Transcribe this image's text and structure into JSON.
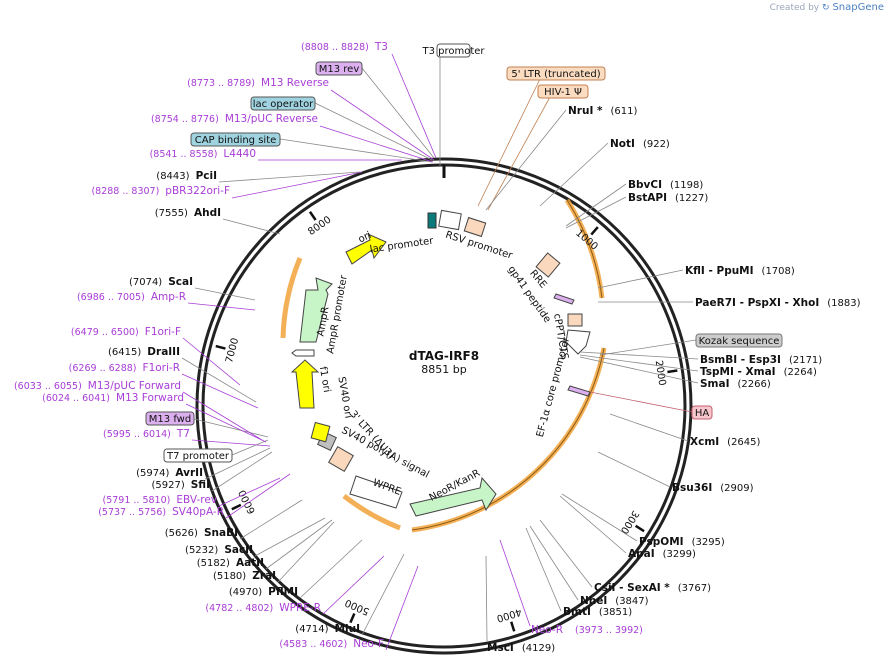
{
  "credit": {
    "prefix": "Created by",
    "brand": "SnapGene"
  },
  "plasmid": {
    "name": "dTAG-IRF8",
    "length_label": "8851 bp",
    "length": 8851
  },
  "ticks": [
    {
      "label": "1000",
      "bp": 1000
    },
    {
      "label": "2000",
      "bp": 2000
    },
    {
      "label": "3000",
      "bp": 3000
    },
    {
      "label": "4000",
      "bp": 4000
    },
    {
      "label": "5000",
      "bp": 5000
    },
    {
      "label": "6000",
      "bp": 6000
    },
    {
      "label": "7000",
      "bp": 7000
    },
    {
      "label": "8000",
      "bp": 8000
    }
  ],
  "inner_features": [
    {
      "label": "lac promoter",
      "color": "#ffffff"
    },
    {
      "label": "RSV promoter",
      "color": "#f9d8bd"
    },
    {
      "label": "RRE",
      "color": "#f9d8bd"
    },
    {
      "label": "gp41 peptide",
      "color": "#f9d8bd"
    },
    {
      "label": "cPPT/CTS",
      "color": "#f9d8bd"
    },
    {
      "label": "EF-1α core promoter",
      "color": "#ffffff"
    },
    {
      "label": "NeoR/KanR",
      "color": "#c8f5c8"
    },
    {
      "label": "WPRE",
      "color": "#ffffff"
    },
    {
      "label": "3' LTR (ΔU3)",
      "color": "#f9d8bd"
    },
    {
      "label": "SV40 poly(A) signal",
      "color": "#bfbfbf"
    },
    {
      "label": "SV40 ori",
      "color": "#ffff00"
    },
    {
      "label": "f1 ori",
      "color": "#ffff00"
    },
    {
      "label": "AmpR promoter",
      "color": "#ffffff"
    },
    {
      "label": "AmpR",
      "color": "#c8f5c8"
    },
    {
      "label": "ori",
      "color": "#ffff00"
    }
  ],
  "boxed_labels": [
    {
      "label": "T3 promoter",
      "fill": "#ffffff",
      "stroke": "#555555"
    },
    {
      "label": "M13 rev",
      "fill": "#dcb0ef",
      "stroke": "#555555"
    },
    {
      "label": "lac operator",
      "fill": "#9fd3e0",
      "stroke": "#555555"
    },
    {
      "label": "CAP binding site",
      "fill": "#9fd3e0",
      "stroke": "#555555"
    },
    {
      "label": "5' LTR (truncated)",
      "fill": "#fcdcc0",
      "stroke": "#c08050"
    },
    {
      "label": "HIV-1 Ψ",
      "fill": "#fcdcc0",
      "stroke": "#c08050"
    },
    {
      "label": "Kozak sequence",
      "fill": "#cccccc",
      "stroke": "#777777"
    },
    {
      "label": "HA",
      "fill": "#f7c6cc",
      "stroke": "#c06070"
    },
    {
      "label": "M13 fwd",
      "fill": "#dcb0ef",
      "stroke": "#555555"
    },
    {
      "label": "T7 promoter",
      "fill": "#ffffff",
      "stroke": "#555555"
    }
  ],
  "primers_left": [
    {
      "range": "(8808 .. 8828)",
      "name": "T3"
    },
    {
      "range": "(8773 .. 8789)",
      "name": "M13 Reverse"
    },
    {
      "range": "(8754 .. 8776)",
      "name": "M13/pUC Reverse"
    },
    {
      "range": "(8541 .. 8558)",
      "name": "L4440"
    },
    {
      "range": "(8288 .. 8307)",
      "name": "pBR322ori-F"
    },
    {
      "range": "(6986 .. 7005)",
      "name": "Amp-R"
    },
    {
      "range": "(6479 .. 6500)",
      "name": "F1ori-F"
    },
    {
      "range": "(6269 .. 6288)",
      "name": "F1ori-R"
    },
    {
      "range": "(6033 .. 6055)",
      "name": "M13/pUC Forward"
    },
    {
      "range": "(6024 .. 6041)",
      "name": "M13 Forward"
    },
    {
      "range": "(5995 .. 6014)",
      "name": "T7"
    },
    {
      "range": "(5791 .. 5810)",
      "name": "EBV-rev"
    },
    {
      "range": "(5737 .. 5756)",
      "name": "SV40pA-R"
    },
    {
      "range": "(4782 .. 4802)",
      "name": "WPRE-R"
    },
    {
      "range": "(4583 .. 4602)",
      "name": "Neo-F"
    }
  ],
  "primers_right": [
    {
      "name": "Neo-R",
      "range": "(3973 .. 3992)"
    }
  ],
  "enzymes_left": [
    {
      "pos": "(8443)",
      "name": "PciI"
    },
    {
      "pos": "(7555)",
      "name": "AhdI"
    },
    {
      "pos": "(7074)",
      "name": "ScaI"
    },
    {
      "pos": "(6415)",
      "name": "DraIII"
    },
    {
      "pos": "(5974)",
      "name": "AvrII"
    },
    {
      "pos": "(5927)",
      "name": "SfiI"
    },
    {
      "pos": "(5626)",
      "name": "SnaBI"
    },
    {
      "pos": "(5232)",
      "name": "SacII"
    },
    {
      "pos": "(5182)",
      "name": "AatII"
    },
    {
      "pos": "(5180)",
      "name": "ZraI"
    },
    {
      "pos": "(4970)",
      "name": "PflMI"
    },
    {
      "pos": "(4714)",
      "name": "MluI"
    }
  ],
  "enzymes_right": [
    {
      "name": "NruI *",
      "pos": "(611)"
    },
    {
      "name": "NotI",
      "pos": "(922)"
    },
    {
      "name": "BbvCI",
      "pos": "(1198)"
    },
    {
      "name": "BstAPI",
      "pos": "(1227)"
    },
    {
      "name": "KflI - PpuMI",
      "pos": "(1708)"
    },
    {
      "name": "PaeR7I - PspXI - XhoI",
      "pos": "(1883)"
    },
    {
      "name": "BsmBI - Esp3I",
      "pos": "(2171)"
    },
    {
      "name": "TspMI - XmaI",
      "pos": "(2264)"
    },
    {
      "name": "SmaI",
      "pos": "(2266)"
    },
    {
      "name": "XcmI",
      "pos": "(2645)"
    },
    {
      "name": "Bsu36I",
      "pos": "(2909)"
    },
    {
      "name": "PspOMI",
      "pos": "(3295)"
    },
    {
      "name": "ApaI",
      "pos": "(3299)"
    },
    {
      "name": "CsiI - SexAI *",
      "pos": "(3767)"
    },
    {
      "name": "NheI",
      "pos": "(3847)"
    },
    {
      "name": "BmtI",
      "pos": "(3851)"
    },
    {
      "name": "MscI",
      "pos": "(4129)"
    }
  ]
}
